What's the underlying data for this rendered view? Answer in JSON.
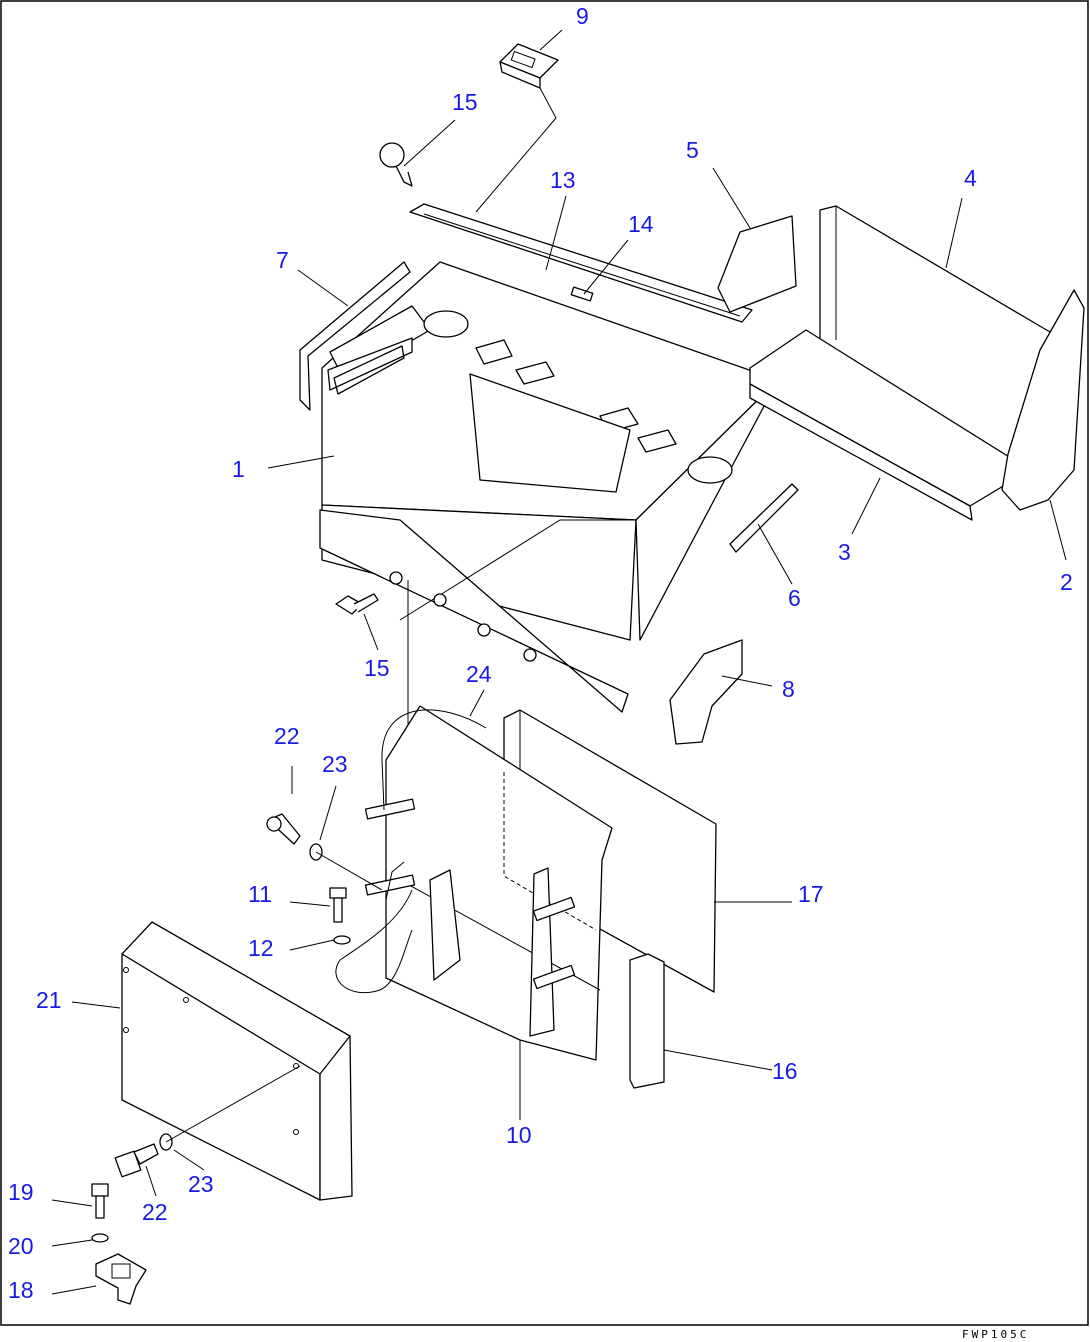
{
  "drawing_code": "FWP105C",
  "callouts": [
    {
      "label": "1"
    },
    {
      "label": "2"
    },
    {
      "label": "3"
    },
    {
      "label": "4"
    },
    {
      "label": "5"
    },
    {
      "label": "6"
    },
    {
      "label": "7"
    },
    {
      "label": "8"
    },
    {
      "label": "9"
    },
    {
      "label": "10"
    },
    {
      "label": "11"
    },
    {
      "label": "12"
    },
    {
      "label": "13"
    },
    {
      "label": "14"
    },
    {
      "label": "15"
    },
    {
      "label": "15"
    },
    {
      "label": "16"
    },
    {
      "label": "17"
    },
    {
      "label": "18"
    },
    {
      "label": "19"
    },
    {
      "label": "20"
    },
    {
      "label": "21"
    },
    {
      "label": "22"
    },
    {
      "label": "22"
    },
    {
      "label": "23"
    },
    {
      "label": "23"
    },
    {
      "label": "24"
    }
  ]
}
